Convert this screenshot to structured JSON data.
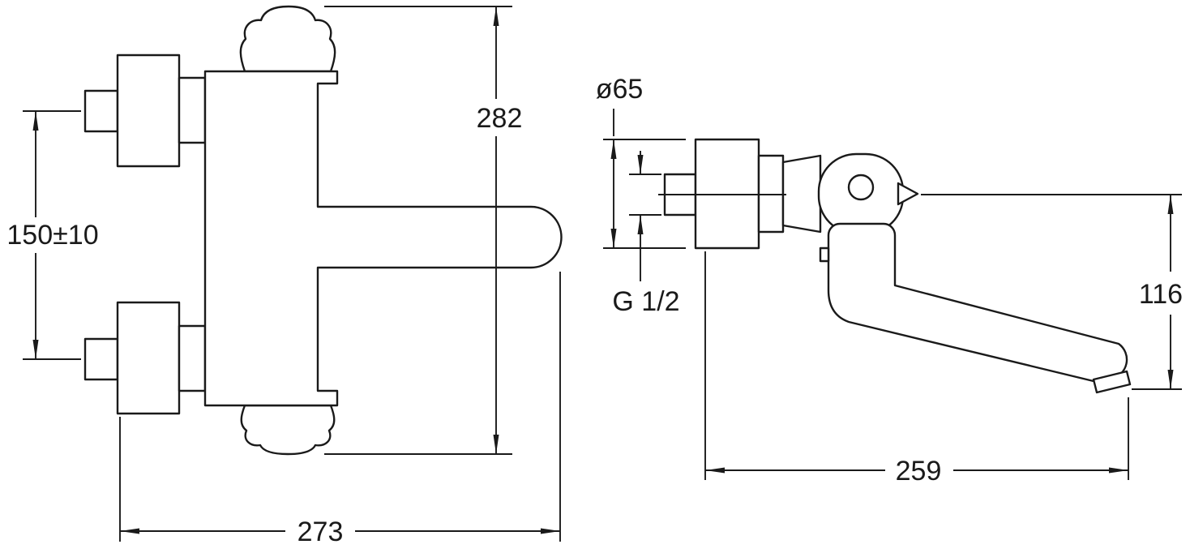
{
  "page": {
    "background": "#ffffff",
    "line_color": "#1a1a1a"
  },
  "drawing": {
    "kind": "technical-dimension-drawing",
    "front": {
      "height": "282",
      "inlet_spacing": "150±10",
      "width": "273"
    },
    "side": {
      "diameter": "ø65",
      "thread": "G 1/2",
      "height": "116",
      "reach": "259"
    }
  }
}
